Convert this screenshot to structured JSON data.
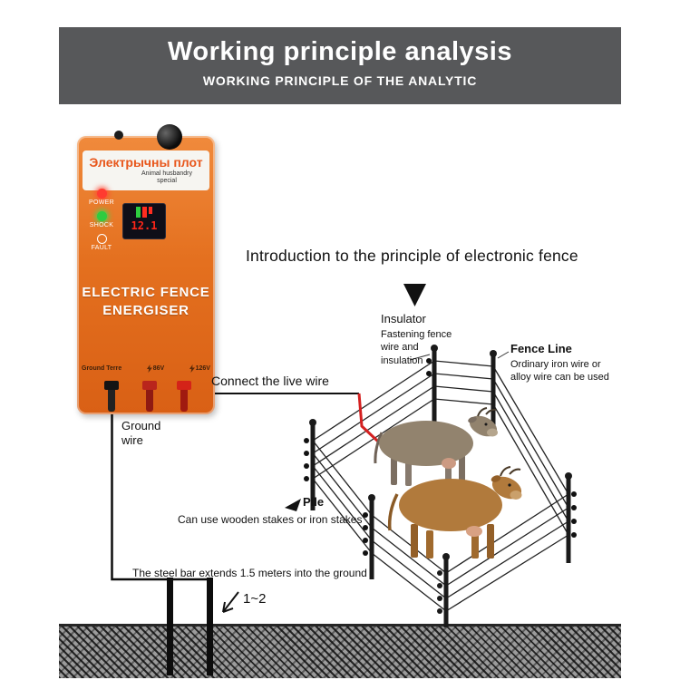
{
  "banner": {
    "title": "Working principle analysis",
    "subtitle": "WORKING PRINCIPLE OF THE ANALYTIC"
  },
  "device": {
    "brand": "Электрычны плот",
    "tagline": "Animal husbandry special",
    "indicators": [
      {
        "label": "POWER"
      },
      {
        "label": "SHOCK"
      },
      {
        "label": "FAULT"
      }
    ],
    "display_value": "12.1",
    "name_line1": "ELECTRIC FENCE",
    "name_line2": "ENERGISER",
    "terminal_labels": [
      "Ground Terre",
      "86V",
      "126V"
    ]
  },
  "diagram": {
    "intro": "Introduction to the principle of electronic fence",
    "insulator": {
      "title": "Insulator",
      "desc": "Fastening fence wire and insulation"
    },
    "fence_line": {
      "title": "Fence Line",
      "desc": "Ordinary iron wire or alloy wire can be used"
    },
    "live_wire_label": "Connect the live wire",
    "ground_wire_label": "Ground wire",
    "pile": {
      "title": "Pile",
      "desc": "Can use wooden stakes or iron stakes"
    },
    "steel_bar_note": "The steel bar extends 1.5 meters into the ground",
    "distance_label": "1~2"
  },
  "colors": {
    "banner_bg": "#57585a",
    "device_orange": "#e8702a",
    "wire_red": "#d42020"
  }
}
